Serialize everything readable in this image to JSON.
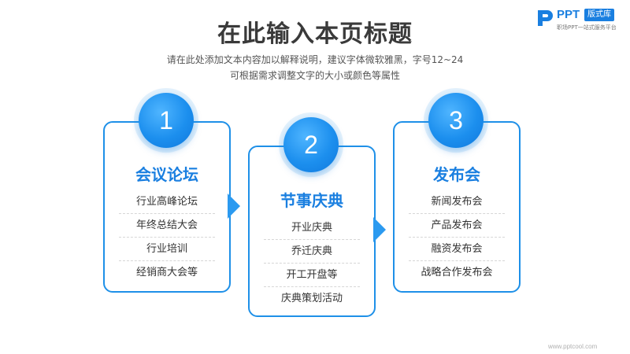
{
  "title": "在此输入本页标题",
  "subtitle_line1": "请在此处添加文本内容加以解释说明，建议字体微软雅黑，字号12~24",
  "subtitle_line2": "可根据需求调整文字的大小或颜色等属性",
  "logo": {
    "brand": "PPT",
    "badge": "版式库",
    "tagline": "职场PPT一站式服务平台"
  },
  "colors": {
    "accent": "#1e90e8",
    "title": "#3a3a3a"
  },
  "steps": [
    {
      "number": "1",
      "heading": "会议论坛",
      "items": [
        "行业高峰论坛",
        "年终总结大会",
        "行业培训",
        "经销商大会等"
      ]
    },
    {
      "number": "2",
      "heading": "节事庆典",
      "items": [
        "开业庆典",
        "乔迁庆典",
        "开工开盘等",
        "庆典策划活动"
      ]
    },
    {
      "number": "3",
      "heading": "发布会",
      "items": [
        "新闻发布会",
        "产品发布会",
        "融资发布会",
        "战略合作发布会"
      ]
    }
  ],
  "footer": "www.pptcool.com"
}
